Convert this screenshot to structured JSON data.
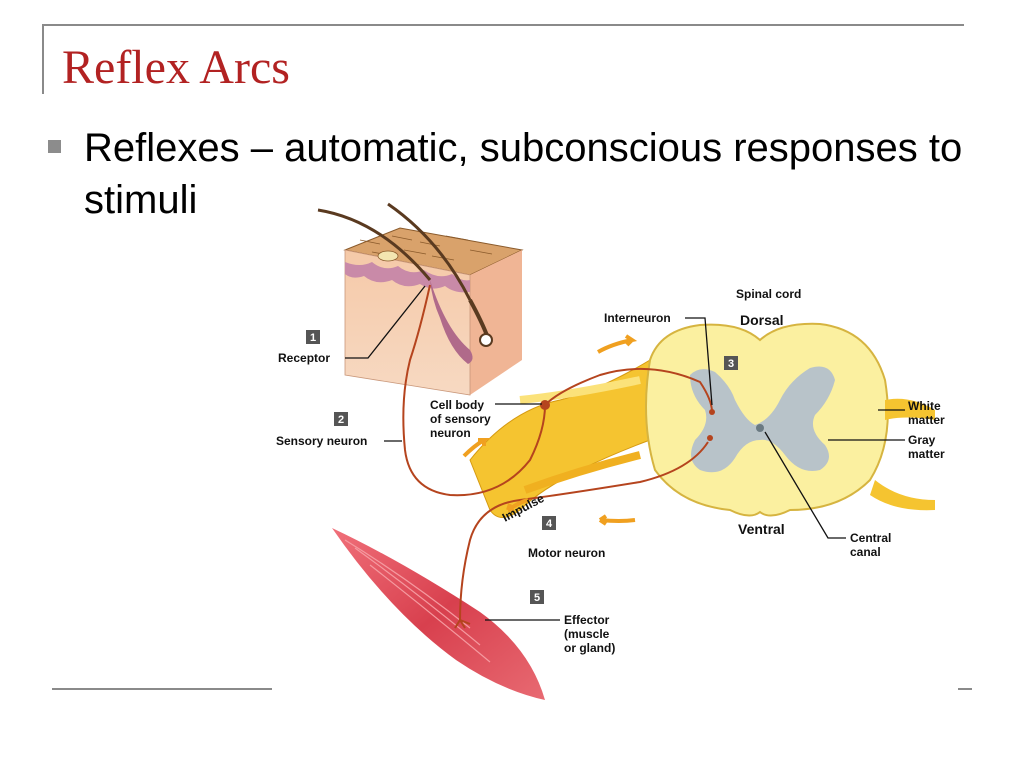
{
  "slide": {
    "title": "Reflex Arcs",
    "bullet": "Reflexes – automatic, subconscious responses to stimuli"
  },
  "diagram": {
    "spinal_cord": "Spinal cord",
    "dorsal": "Dorsal",
    "ventral": "Ventral",
    "interneuron": "Interneuron",
    "cell_body": [
      "Cell body",
      "of sensory",
      "neuron"
    ],
    "white_matter": [
      "White",
      "matter"
    ],
    "gray_matter": [
      "Gray",
      "matter"
    ],
    "central_canal": [
      "Central",
      "canal"
    ],
    "receptor": "Receptor",
    "sensory_neuron": "Sensory neuron",
    "impulse": "Impulse",
    "motor_neuron": "Motor neuron",
    "effector": [
      "Effector",
      "(muscle",
      "or gland)"
    ],
    "step_numbers": [
      "1",
      "2",
      "3",
      "4",
      "5"
    ]
  },
  "colors": {
    "title": "#b22222",
    "nerve": "#f5c430",
    "neuron_path": "#b5441e",
    "gray_matter": "#b8c3c9",
    "muscle": "#d8404e",
    "arrow": "#f0a020"
  }
}
